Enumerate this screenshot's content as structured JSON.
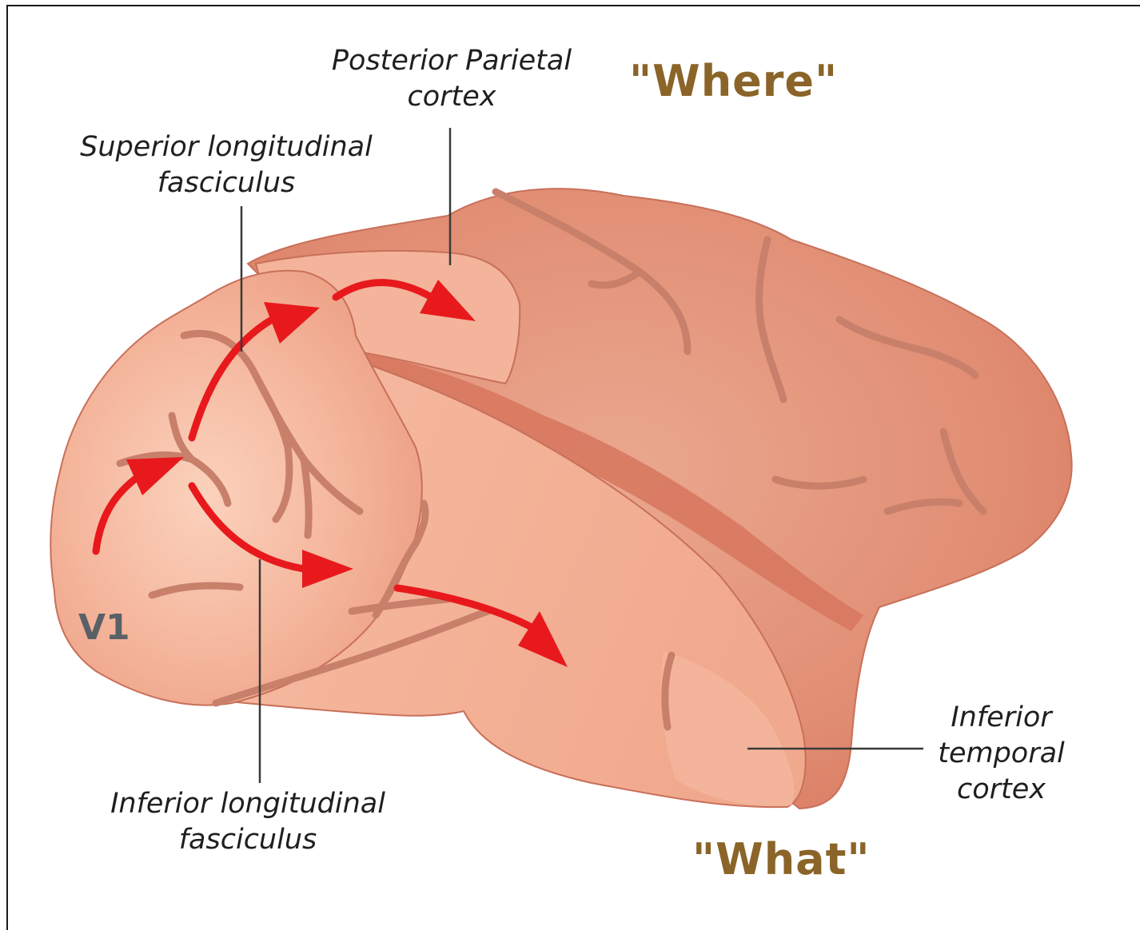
{
  "labels": {
    "posterior_parietal_line1": "Posterior Parietal",
    "posterior_parietal_line2": "cortex",
    "superior_longitudinal_line1": "Superior longitudinal",
    "superior_longitudinal_line2": "fasciculus",
    "inferior_longitudinal_line1": "Inferior longitudinal",
    "inferior_longitudinal_line2": "fasciculus",
    "inferior_temporal_line1": "Inferior",
    "inferior_temporal_line2": "temporal",
    "inferior_temporal_line3": "cortex",
    "v1": "V1"
  },
  "streams": {
    "where": "\"Where\"",
    "what": "\"What\""
  },
  "colors": {
    "brain_fill": "#f0a888",
    "brain_dark": "#d9785f",
    "sulcus": "#c7806c",
    "arrow": "#e8191c",
    "stream_text": "#8a6428",
    "v1_text": "#596166"
  }
}
